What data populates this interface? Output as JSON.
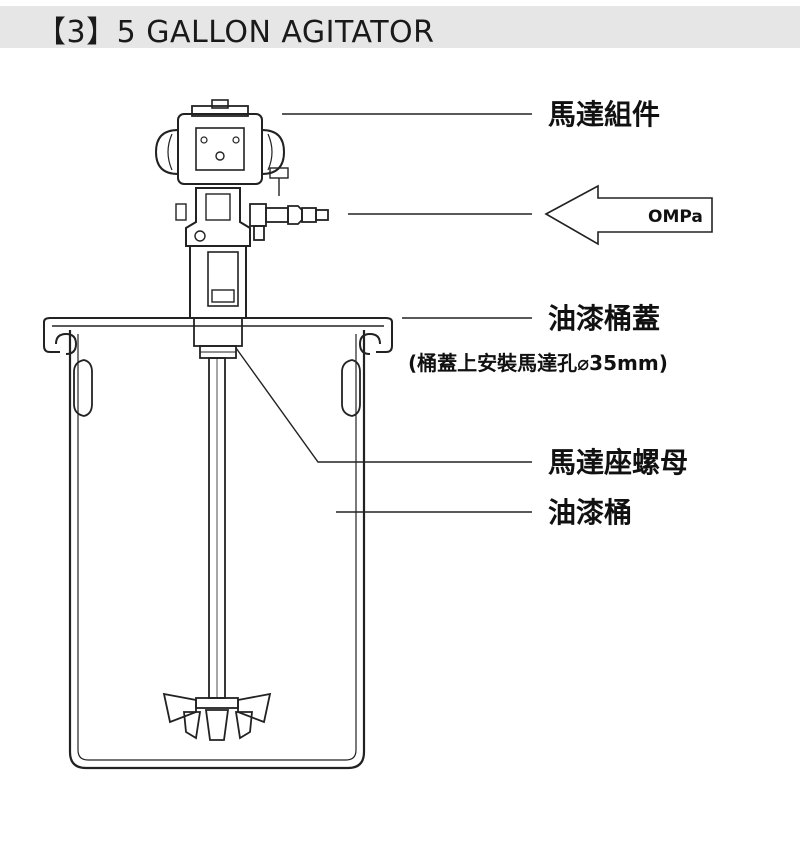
{
  "header": {
    "title": "【3】5 GALLON  AGITATOR"
  },
  "labels": {
    "motor_assembly": "馬達組件",
    "pressure": "OMPa",
    "bucket_lid": "油漆桶蓋",
    "lid_note": "(桶蓋上安裝馬達孔⌀35mm)",
    "motor_nut": "馬達座螺母",
    "bucket": "油漆桶"
  },
  "colors": {
    "line": "#222222",
    "header_bg": "#e6e6e6"
  }
}
